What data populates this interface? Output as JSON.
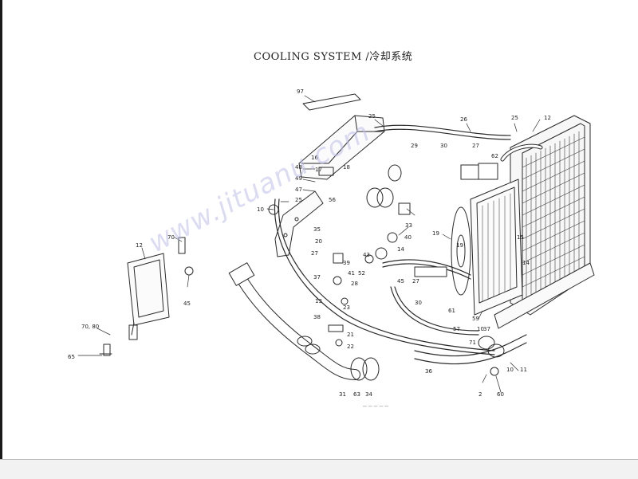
{
  "title": "COOLING SYSTEM /冷却系统",
  "watermark": "www.jituanu.com",
  "footer": "—————",
  "colors": {
    "ink": "#2a2a2a",
    "paper": "#ffffff",
    "watermark": "#c4c4ee"
  },
  "callouts": {
    "c97": "97",
    "c25a": "25",
    "c26": "26",
    "c25b": "25",
    "c12a": "12",
    "c29": "29",
    "c30a": "30",
    "c27a": "27",
    "c62": "62",
    "c16": "16",
    "c48": "48",
    "c17": "17",
    "c18": "18",
    "c49": "49",
    "c47": "47",
    "c25c": "25",
    "c56": "56",
    "c10a": "10",
    "c33": "33",
    "c19": "19",
    "c70a": "70",
    "c12b": "12",
    "c35": "35",
    "c20": "20",
    "c27b": "27",
    "c40": "40",
    "c14a": "14",
    "c52": "52",
    "c28": "28",
    "c45": "45",
    "c27c": "27",
    "c43": "43",
    "c41": "41",
    "c37a": "37",
    "c39": "39",
    "c13": "13",
    "c30b": "30",
    "c38": "38",
    "c23": "23",
    "c61": "61",
    "c59": "59",
    "c57": "57",
    "c10b": "10",
    "c71": "71",
    "c37b": "37",
    "c10c": "10",
    "c11": "11",
    "c36": "36",
    "c2": "2",
    "c60": "60",
    "c14b": "14",
    "c21": "21",
    "c22": "22",
    "c70b": "70, 80",
    "c65": "65",
    "c45b": "45",
    "c31": "31",
    "c63": "63",
    "c34": "34",
    "c19b": "19",
    "c15": "15"
  }
}
